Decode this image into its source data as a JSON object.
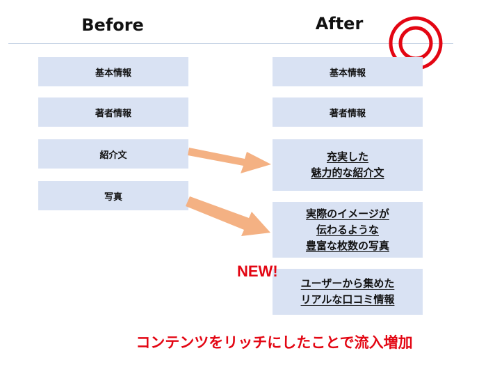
{
  "headers": {
    "before": "Before",
    "after": "After"
  },
  "before_boxes": [
    "基本情報",
    "著者情報",
    "紹介文",
    "写真"
  ],
  "after_boxes": {
    "basic": "基本情報",
    "author": "著者情報",
    "intro": [
      "充実した",
      "魅力的な紹介文"
    ],
    "photo": [
      "実際のイメージが",
      "伝わるような",
      "豊富な枚数の写真"
    ],
    "reviews": [
      "ユーザーから集めた",
      "リアルな口コミ情報"
    ]
  },
  "new_label": "NEW!",
  "caption": "コンテンツをリッチにしたことで流入増加",
  "colors": {
    "box_fill": "#d9e2f3",
    "arrow": "#f4b183",
    "accent_red": "#e30613"
  },
  "icons": {
    "mark": "double-circle-icon"
  }
}
